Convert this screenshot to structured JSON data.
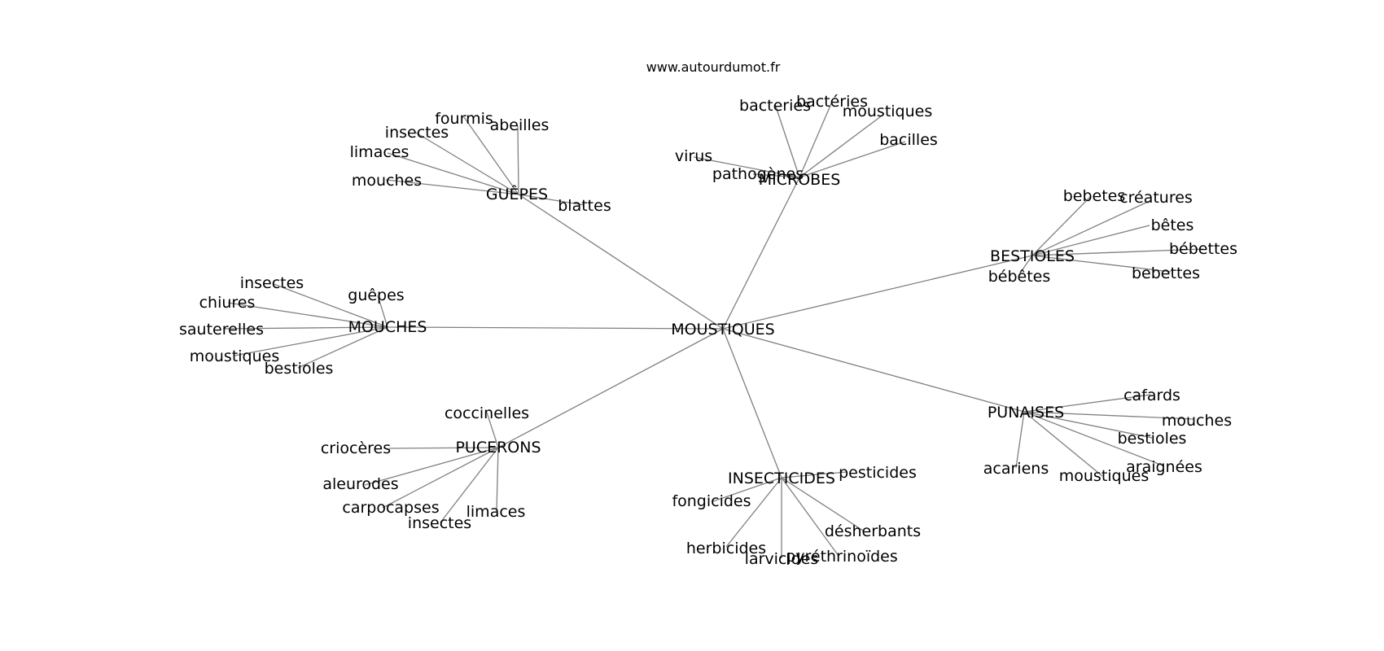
{
  "site": "www.autourdumot.fr",
  "center": "MOUSTIQUES",
  "groups": [
    {
      "hub": "MICROBES",
      "leaves": [
        "bacteries",
        "bactéries",
        "moustiques",
        "bacilles",
        "virus",
        "pathogènes"
      ]
    },
    {
      "hub": "GUÊPES",
      "leaves": [
        "fourmis",
        "abeilles",
        "insectes",
        "limaces",
        "mouches",
        "blattes"
      ]
    },
    {
      "hub": "BESTIOLES",
      "leaves": [
        "bebetes",
        "créatures",
        "bêtes",
        "bébettes",
        "bebettes",
        "bébêtes"
      ]
    },
    {
      "hub": "MOUCHES",
      "leaves": [
        "insectes",
        "guêpes",
        "chiures",
        "sauterelles",
        "moustiques",
        "bestioles"
      ]
    },
    {
      "hub": "PUNAISES",
      "leaves": [
        "cafards",
        "mouches",
        "bestioles",
        "araignées",
        "moustiques",
        "acariens"
      ]
    },
    {
      "hub": "PUCERONS",
      "leaves": [
        "coccinelles",
        "criocères",
        "aleurodes",
        "carpocapses",
        "insectes",
        "limaces"
      ]
    },
    {
      "hub": "INSECTICIDES",
      "leaves": [
        "pesticides",
        "fongicides",
        "désherbants",
        "pyréthrinoïdes",
        "larvicides",
        "herbicides"
      ]
    }
  ]
}
